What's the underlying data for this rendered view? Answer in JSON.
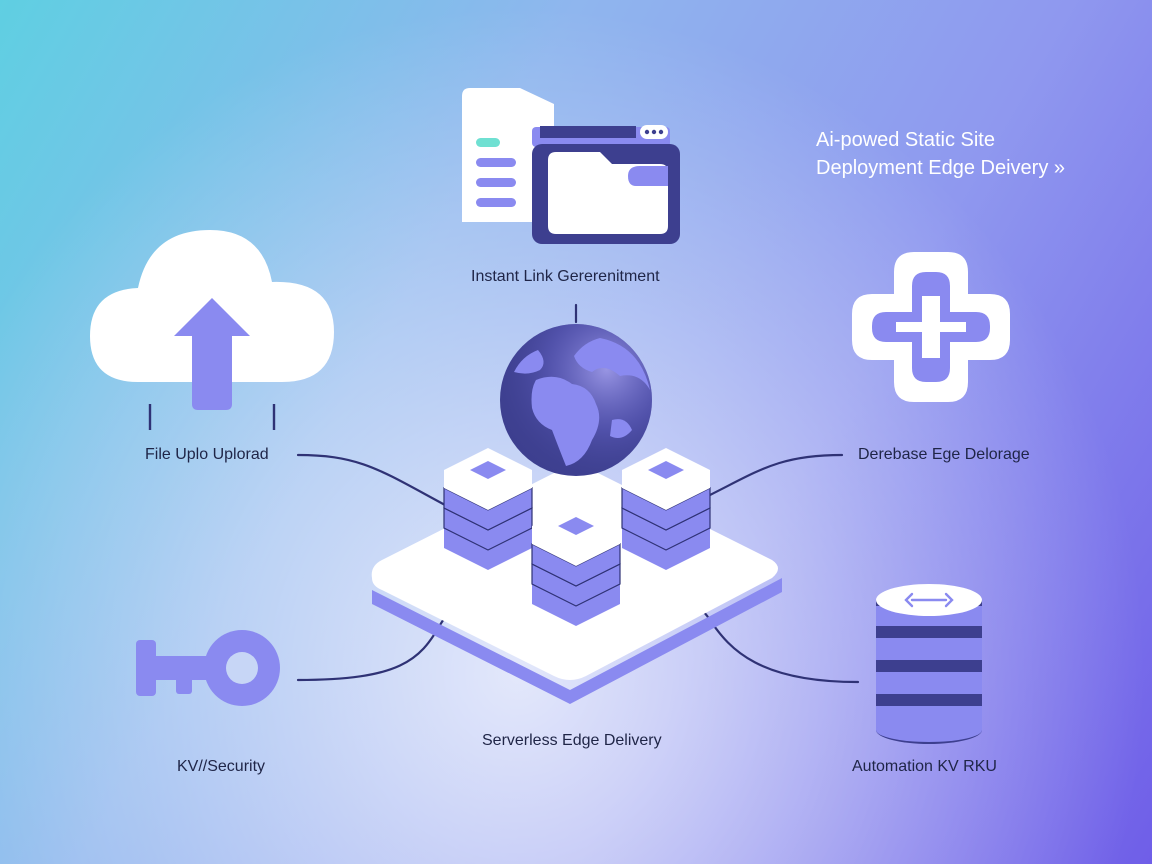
{
  "title": {
    "line1": "Ai-powed Static Site",
    "line2": "Deployment Edge Deivery »"
  },
  "labels": {
    "instant_link": "Instant Link Gererenitment",
    "file_upload": "File Uplo Uplorad",
    "database_edge": "Derebase Ege Delorage",
    "kv_security": "KV//Security",
    "serverless": "Serverless Edge Delivery",
    "automation": "Automation KV RKU"
  },
  "icons": {
    "top": "browser-window-icon",
    "left": "cloud-upload-icon",
    "right": "plus-cross-icon",
    "bottom_left": "key-icon",
    "bottom_right": "database-cylinder-icon",
    "center": "globe-icon"
  },
  "colors": {
    "accent": "#8a8af0",
    "dark": "#3d3f8f",
    "line": "#2f3275",
    "teal": "#6fe0d2"
  }
}
